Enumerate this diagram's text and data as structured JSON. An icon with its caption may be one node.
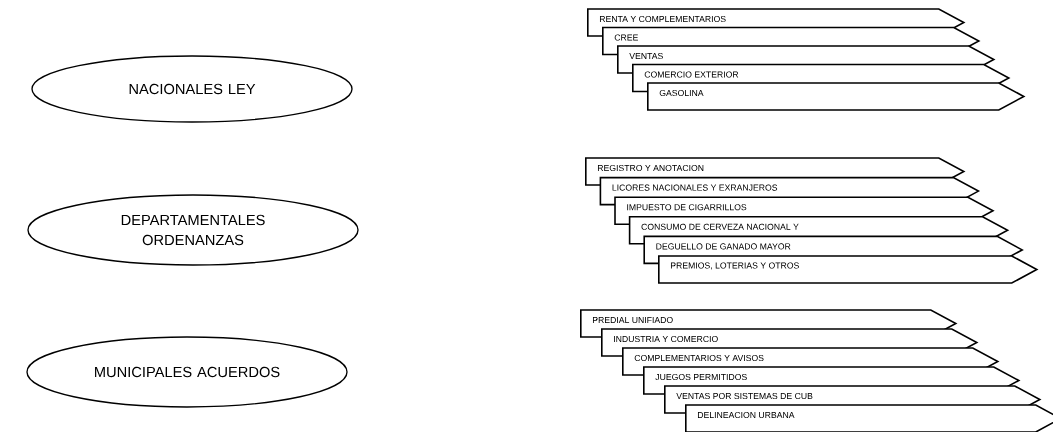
{
  "diagram": {
    "nodes": [
      {
        "text": [
          "NACIONALES LEY"
        ]
      },
      {
        "text": [
          "RENTA Y COMPLEMENTARIOS"
        ]
      },
      {
        "text": [
          "CREE"
        ]
      },
      {
        "text": [
          "VENTAS"
        ]
      },
      {
        "text": [
          "COMERCIO EXTERIOR"
        ]
      },
      {
        "text": [
          "GASOLINA"
        ]
      },
      {
        "text": [
          "DEPARTAMENTALES ORDENANZAS"
        ]
      },
      {
        "text": [
          "REGISTRO Y ANOTACION"
        ]
      },
      {
        "text": [
          "LICORES NACIONALES Y EXRANJEROS"
        ]
      },
      {
        "text": [
          "IMPUESTO DE CIGARRILLOS"
        ]
      },
      {
        "text": [
          "CONSUMO DE CERVEZA NACIONAL Y"
        ]
      },
      {
        "text": [
          "DEGUELLO DE GANADO MAYOR"
        ]
      },
      {
        "text": [
          "PREMIOS, LOTERIAS Y OTROS"
        ]
      },
      {
        "text": [
          "MUNICIPALES ACUERDOS"
        ]
      },
      {
        "text": [
          "PREDIAL UNIFIADO"
        ]
      },
      {
        "text": [
          "INDUSTRIA Y COMERCIO"
        ]
      },
      {
        "text": [
          "COMPLEMENTARIOS Y AVISOS"
        ]
      },
      {
        "text": [
          "JUEGOS PERMITIDOS"
        ]
      },
      {
        "text": [
          "VENTAS POR SISTEMAS DE CUB"
        ]
      },
      {
        "text": [
          "DELINEACION URBANA"
        ]
      }
    ]
  }
}
